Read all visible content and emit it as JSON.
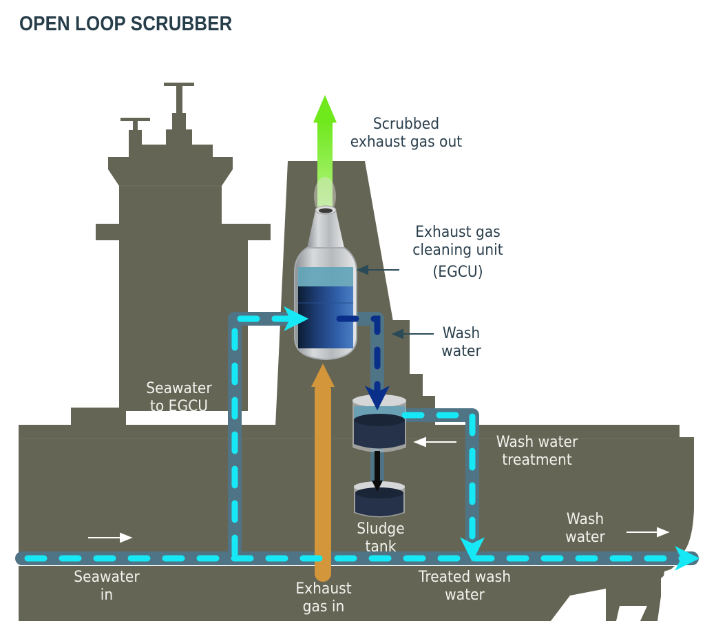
{
  "title": "OPEN LOOP SCRUBBER",
  "colors": {
    "title": "#263d4a",
    "ship": "#656555",
    "pipe": "#4f7486",
    "seawater_flow": "#17e8f5",
    "wash_water_flow": "#0a2f8a",
    "exhaust_in": "#d3963a",
    "scrubbed_out": "#7fe828",
    "label_dark": "#2a3f4c",
    "label_light": "#f3f3ef"
  },
  "labels": {
    "scrubbed_out": [
      "Scrubbed",
      "exhaust gas out"
    ],
    "egcu": [
      "Exhaust gas",
      "cleaning unit",
      "(EGCU)"
    ],
    "wash_water_top": [
      "Wash",
      "water"
    ],
    "seawater_to_egcu": [
      "Seawater",
      "to EGCU"
    ],
    "wash_water_treatment": [
      "Wash water",
      "treatment"
    ],
    "wash_water_out": [
      "Wash",
      "water"
    ],
    "sludge_tank": [
      "Sludge",
      "tank"
    ],
    "seawater_in": [
      "Seawater",
      "in"
    ],
    "exhaust_gas_in": [
      "Exhaust",
      "gas in"
    ],
    "treated_wash_water": [
      "Treated wash",
      "water"
    ]
  },
  "components": [
    {
      "name": "Exhaust gas cleaning unit (EGCU)",
      "icon": "scrubber-tower-icon"
    },
    {
      "name": "Wash water treatment",
      "icon": "treatment-tank-icon"
    },
    {
      "name": "Sludge tank",
      "icon": "sludge-tank-icon"
    }
  ],
  "flows": [
    {
      "name": "Seawater in",
      "color": "#17e8f5",
      "style": "dashed"
    },
    {
      "name": "Seawater to EGCU",
      "color": "#17e8f5",
      "style": "dashed"
    },
    {
      "name": "Wash water",
      "color": "#0a2f8a",
      "style": "dashed"
    },
    {
      "name": "Treated wash water",
      "color": "#17e8f5",
      "style": "dashed"
    },
    {
      "name": "Wash water out",
      "color": "#17e8f5",
      "style": "dashed"
    },
    {
      "name": "Exhaust gas in",
      "color": "#d3963a",
      "style": "solid"
    },
    {
      "name": "Scrubbed exhaust gas out",
      "color": "#7fe828",
      "style": "solid"
    },
    {
      "name": "Sludge",
      "color": "#111111",
      "style": "solid"
    }
  ]
}
